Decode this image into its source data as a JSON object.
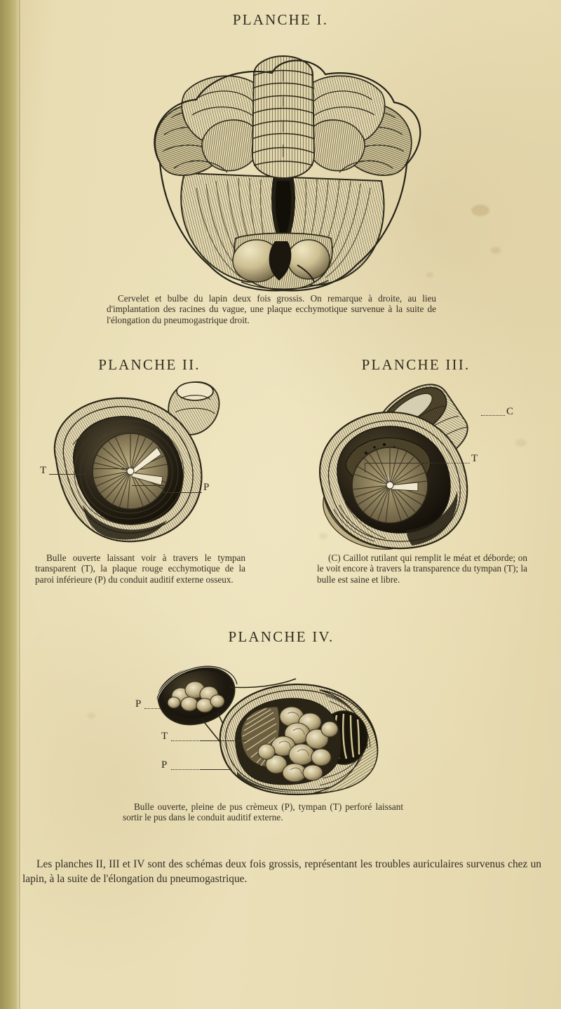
{
  "page": {
    "background_color": "#e6dab0",
    "ink_color": "#2e2a20"
  },
  "plates": [
    {
      "id": "plate-1",
      "title": "PLANCHE I.",
      "caption": "Cervelet et bulbe du lapin deux fois grossis. On remarque à droite, au lieu d'implantation des racines du vague, une plaque ecchymotique survenue à la suite de l'élongation du pneumogastrique droit.",
      "figure_alt": "cerebellum-and-medulla-engraving",
      "labels": []
    },
    {
      "id": "plate-2",
      "title": "PLANCHE II.",
      "caption": "Bulle ouverte laissant voir à travers le tympan transparent (T), la plaque rouge ecchymotique de la paroi inférieure (P) du conduit auditif externe osseux.",
      "figure_alt": "opened-bulla-with-transparent-tympanum-engraving",
      "labels": [
        "T",
        "P"
      ]
    },
    {
      "id": "plate-3",
      "title": "PLANCHE III.",
      "caption": "(C) Caillot rutilant qui remplit le méat et déborde; on le voit encore à travers la transparence du tympan (T); la bulle est saine et libre.",
      "figure_alt": "clot-filling-meatus-engraving",
      "labels": [
        "C",
        "T"
      ]
    },
    {
      "id": "plate-4",
      "title": "PLANCHE IV.",
      "caption": "Bulle ouverte, pleine de pus crèmeux (P), tympan (T) perforé laissant sortir le pus dans le conduit auditif externe.",
      "figure_alt": "bulla-full-of-pus-perforated-tympanum-engraving",
      "labels": [
        "P",
        "T",
        "P"
      ]
    }
  ],
  "bottom_note": "Les planches II, III et IV sont des schémas deux fois grossis, représentant les troubles auriculaires survenus chez un lapin, à la suite de l'élongation du pneumogastrique."
}
